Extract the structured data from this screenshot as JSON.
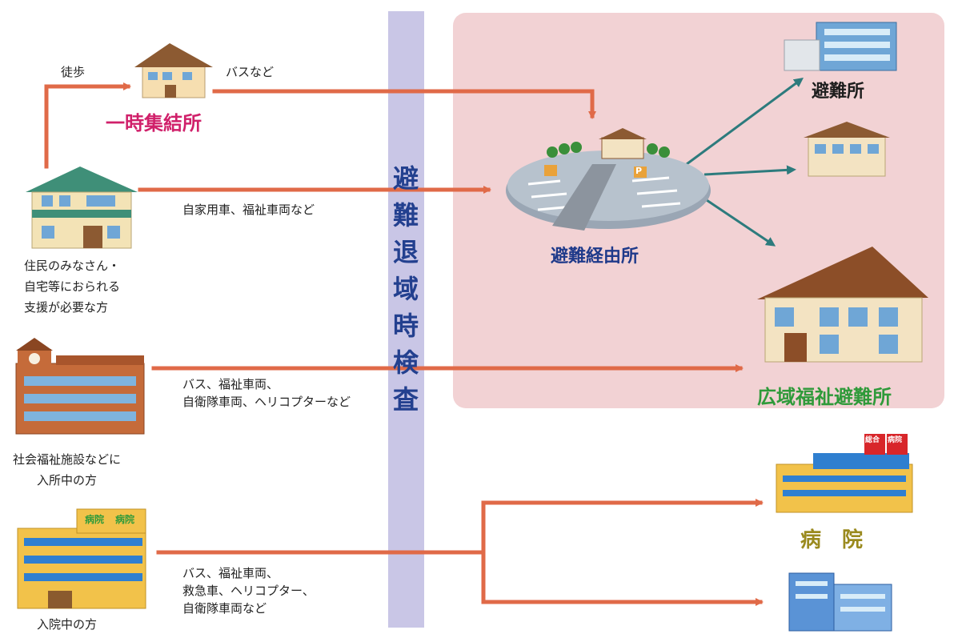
{
  "checkpoint": {
    "chars": [
      "避",
      "難",
      "退",
      "域",
      "時",
      "検",
      "査"
    ]
  },
  "labels": {
    "walk": "徒歩",
    "bus_etc": "バスなど",
    "temp_assembly": "一時集結所",
    "private_car": "自家用車、福祉車両など",
    "residents_line1": "住民のみなさん・",
    "residents_line2": "自宅等におられる",
    "residents_line3": "支援が必要な方",
    "facility_transport_line1": "バス、福祉車両、",
    "facility_transport_line2": "自衛隊車両、ヘリコプターなど",
    "facility_people_line1": "社会福祉施設などに",
    "facility_people_line2": "入所中の方",
    "hospital_transport_line1": "バス、福祉車両、",
    "hospital_transport_line2": "救急車、ヘリコプター、",
    "hospital_transport_line3": "自衛隊車両など",
    "inpatients": "入院中の方",
    "evac_relay": "避難経由所",
    "evac_shelter": "避難所",
    "wide_area_welfare": "広域福祉避難所",
    "hospital": "病　院",
    "sign_general": "総合",
    "sign_hospital": "病院",
    "sign_hospital2": "病院",
    "sign_hospital3": "病院",
    "parking_p": "P"
  },
  "colors": {
    "arrow": "#e06a48",
    "teal_arrow": "#2d7b7d",
    "zone_fill": "#f2d2d4",
    "checkpoint_band": "#c9c6e6",
    "magenta": "#d0206a",
    "green": "#2f9a3a",
    "navy": "#1f3a8a",
    "olive": "#9a8a1e"
  }
}
